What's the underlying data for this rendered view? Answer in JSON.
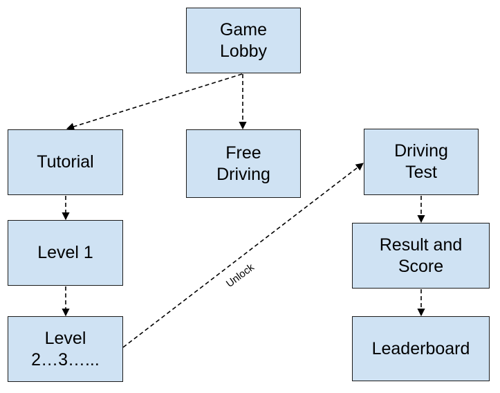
{
  "nodes": {
    "game_lobby": "Game\nLobby",
    "tutorial": "Tutorial",
    "free_driving": "Free\nDriving",
    "driving_test": "Driving\nTest",
    "level_1": "Level 1",
    "result_and_score": "Result and\nScore",
    "levels_more": "Level\n2…3…...",
    "leaderboard": "Leaderboard"
  },
  "edges": [
    {
      "from": "game_lobby",
      "to": "tutorial",
      "style": "dashed-arrow"
    },
    {
      "from": "game_lobby",
      "to": "free_driving",
      "style": "dashed-arrow"
    },
    {
      "from": "tutorial",
      "to": "level_1",
      "style": "dashed-arrow"
    },
    {
      "from": "level_1",
      "to": "levels_more",
      "style": "dashed-arrow"
    },
    {
      "from": "levels_more",
      "to": "driving_test",
      "style": "dashed-arrow",
      "label": "Unlock"
    },
    {
      "from": "driving_test",
      "to": "result_and_score",
      "style": "dashed-arrow"
    },
    {
      "from": "result_and_score",
      "to": "leaderboard",
      "style": "dashed-arrow"
    }
  ],
  "colors": {
    "node_fill": "#cfe2f3",
    "node_border": "#1a1a1a",
    "edge": "#000000"
  }
}
